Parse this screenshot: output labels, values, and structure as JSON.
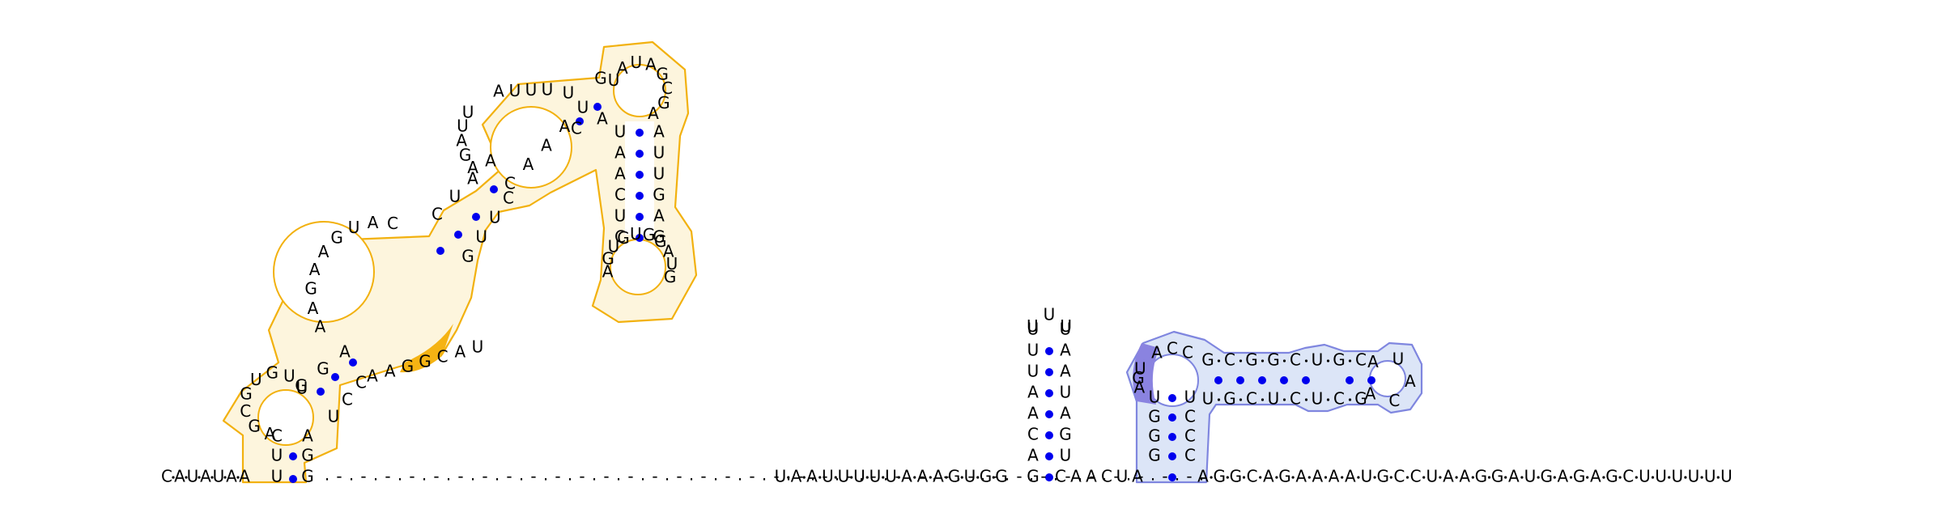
{
  "colors": {
    "pair_dot": "#0000ee",
    "yellow_outline": "#f2b10f",
    "yellow_fill": "#fdf5dd",
    "yellow_accent": "#f5b313",
    "blue_outline": "#7f86df",
    "blue_fill": "#dce5f7",
    "blue_accent": "#8a83e0"
  },
  "sequence": {
    "five_prime_tail": "CAUAUAA",
    "gap_glyphs": ".-.-.-.-.-.-.-.-.-.-.-.-.-.-.-.-.-.-.-.-.-.-.-.-.-.-.-.-.-.-.-.-.-.-.-.-.",
    "middle_run": "UAAUUUUUAAAGUGG",
    "hairpin_5": "ACAAUUU",
    "hairpin_loop": "UUU",
    "hairpin_3": "UAAUAGU",
    "after_hairpin": "CAACUA",
    "three_prime_tail": "AGGCAGAAAAUGCCUAAGGAUGAGAGCUUUUUU"
  },
  "domain1": {
    "stem1_left": "UC",
    "stem1_right": "GA",
    "loop1": "AGCGUGUU",
    "stem2_5": "GGA",
    "stem2_3": "UCC",
    "internal_left": "AAGAAGUAC",
    "internal_right": "AAGGCAU",
    "stem3_5": "CUAA",
    "stem3_3": "GUUC",
    "loop2_left": "AGAUU",
    "loop2_top": "AUUU",
    "loop2_right": "CAAAU",
    "stem4_5": "UG",
    "stem4_3": "CA",
    "loop3": "UAUAGCGA",
    "stem5_5": "UAACUC",
    "stem5_3": "AUUGAG",
    "loop4": "AGUGUGGAUG"
  },
  "domain2": {
    "stem_a_5": "UGGG",
    "stem_a_3": "CCCU",
    "bulge": "AGU",
    "loop_top": "ACC",
    "stem_b_top": "GCGGCUGC",
    "stem_b_bottom": "UGCUCUCG",
    "loop_end": "AUACA"
  }
}
